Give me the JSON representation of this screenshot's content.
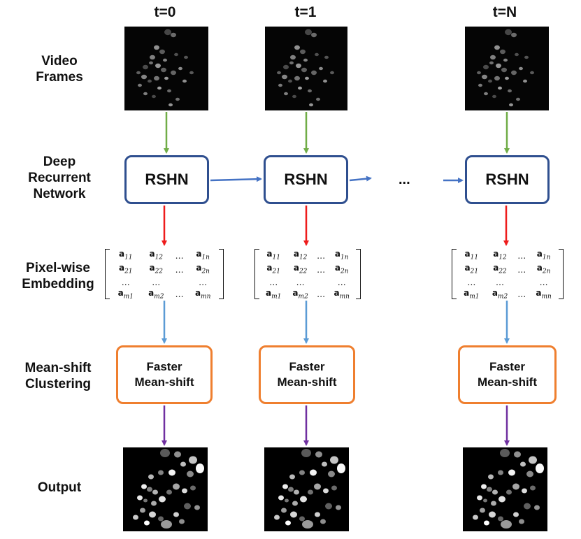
{
  "time_labels": [
    "t=0",
    "t=1",
    "t=N"
  ],
  "row_labels": {
    "video_frames": [
      "Video",
      "Frames"
    ],
    "network": [
      "Deep",
      "Recurrent",
      "Network"
    ],
    "embedding": [
      "Pixel-wise",
      "Embedding"
    ],
    "clustering": [
      "Mean-shift",
      "Clustering"
    ],
    "output": [
      "Output"
    ]
  },
  "rshn_label": "RSHN",
  "ellipsis": "...",
  "fms_label": [
    "Faster",
    "Mean-shift"
  ],
  "matrix": {
    "row1": [
      "a",
      "11",
      "a",
      "12",
      "…",
      "a",
      "1n"
    ],
    "row2": [
      "a",
      "21",
      "a",
      "22",
      "…",
      "a",
      "2n"
    ],
    "row3": [
      "…",
      "…",
      "…"
    ],
    "row4": [
      "a",
      "m1",
      "a",
      "m2",
      "…",
      "a",
      "mn"
    ]
  },
  "colors": {
    "arrow_frame": "#70ad47",
    "arrow_recurrent": "#4472c4",
    "arrow_embedding": "#ee1c1c",
    "arrow_cluster": "#5b9bd5",
    "arrow_output": "#7030a0",
    "rshn_border": "#2f4f8f",
    "fms_border": "#ef7f2f"
  }
}
